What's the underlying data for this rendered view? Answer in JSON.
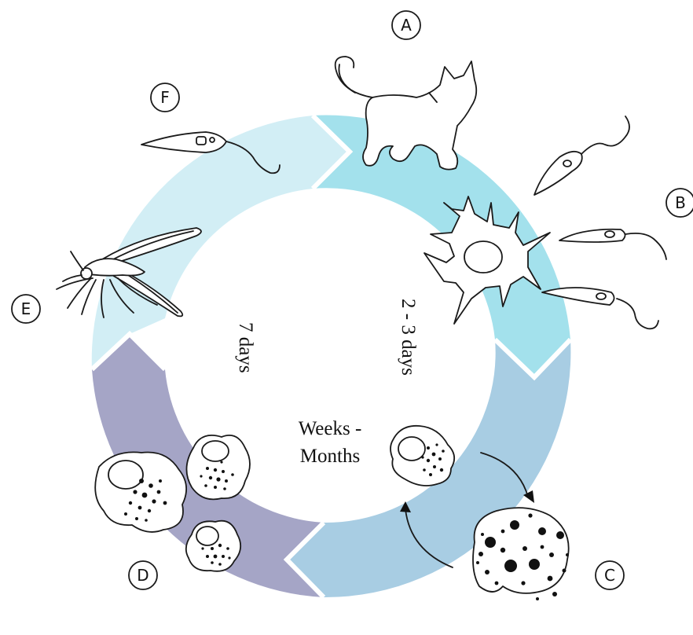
{
  "colors": {
    "segment_a_b": "#a3e1ec",
    "segment_c": "#a8cde3",
    "segment_d": "#a5a5c6",
    "segment_e_f": "#d2eef5"
  },
  "stages": [
    {
      "letter": "A",
      "icon": "cat-icon"
    },
    {
      "letter": "B",
      "icon": "dendritic-cell-with-promastigotes-icon"
    },
    {
      "letter": "C",
      "icon": "ruptured-macrophage-icon"
    },
    {
      "letter": "D",
      "icon": "infected-macrophages-icon"
    },
    {
      "letter": "E",
      "icon": "sandfly-icon"
    },
    {
      "letter": "F",
      "icon": "promastigote-icon"
    }
  ],
  "durations": {
    "right": "2 - 3 days",
    "bottom_line1": "Weeks -",
    "bottom_line2": "Months",
    "left": "7 days"
  }
}
